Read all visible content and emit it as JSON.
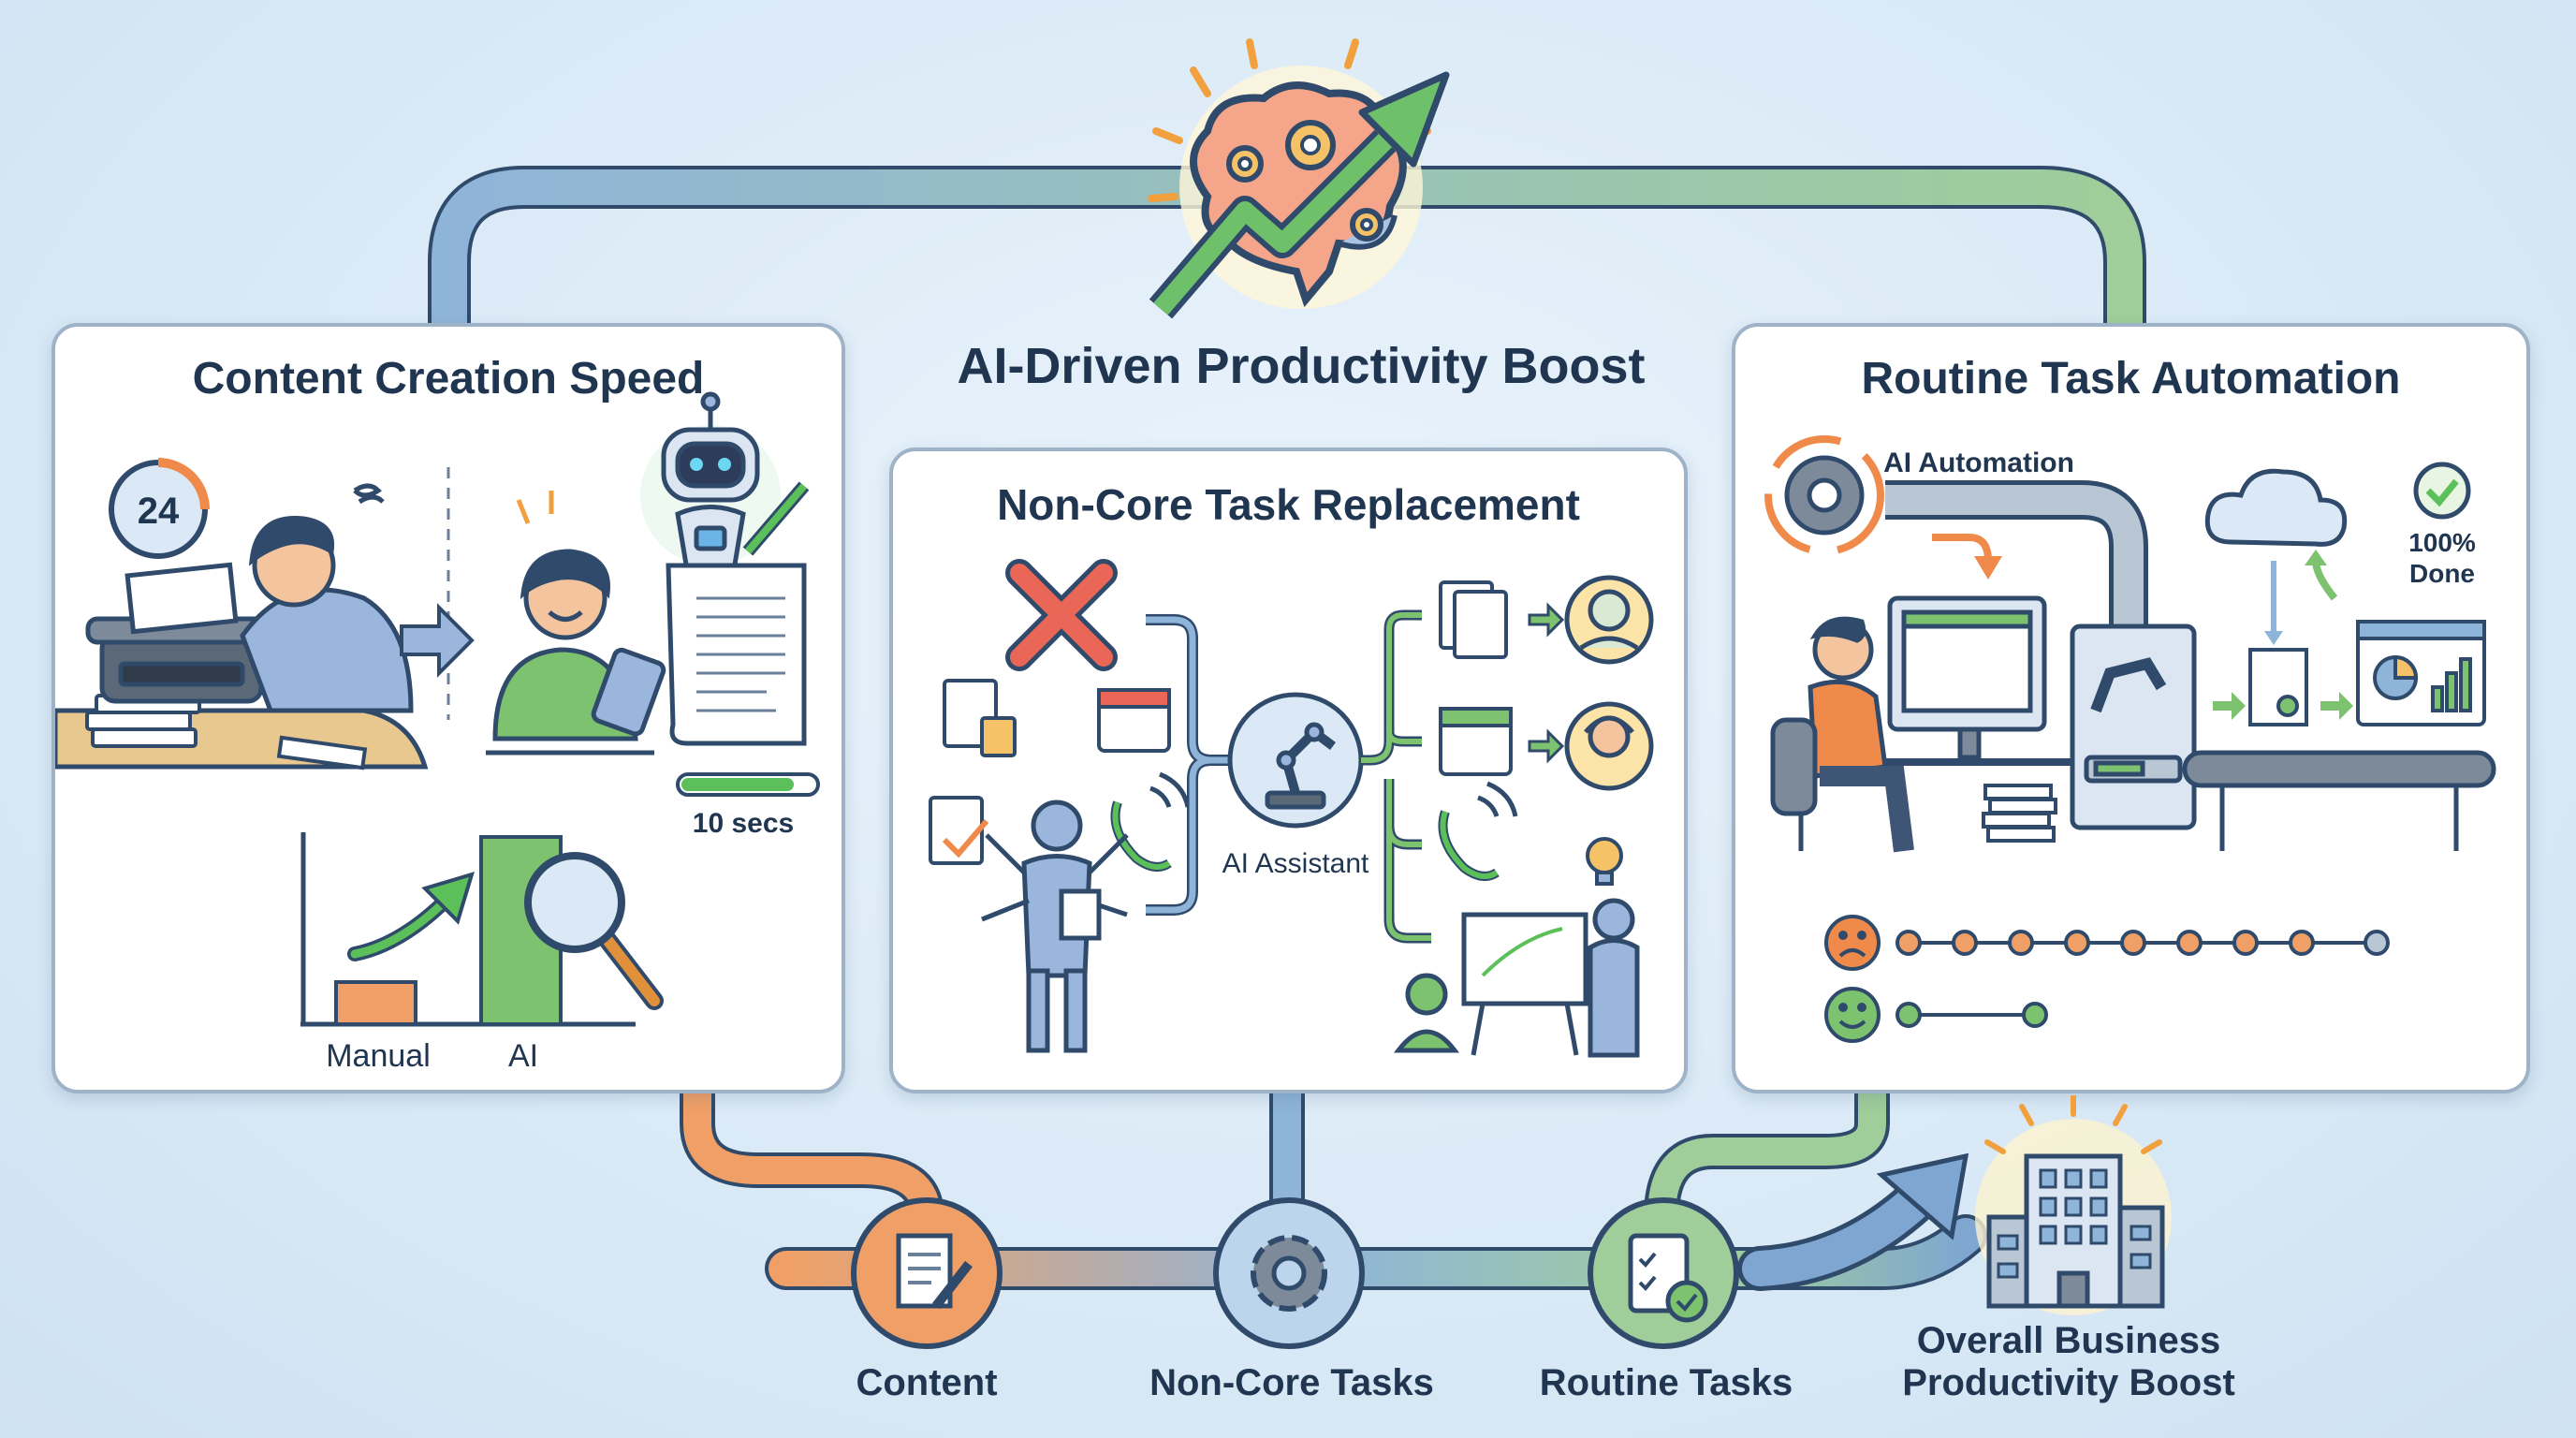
{
  "header": {
    "title": "AI-Driven Productivity Boost"
  },
  "panels": {
    "content_creation": {
      "title": "Content Creation Speed",
      "clock_label": "24",
      "time_label": "10 secs",
      "chart_labels": {
        "manual": "Manual",
        "ai": "AI"
      }
    },
    "non_core": {
      "title": "Non-Core Task Replacement",
      "assistant_label": "AI Assistant"
    },
    "routine": {
      "title": "Routine Task Automation",
      "automation_label": "AI Automation",
      "done_label_1": "100%",
      "done_label_2": "Done"
    }
  },
  "flow": {
    "steps": [
      {
        "label": "Content",
        "color": "#f0a066"
      },
      {
        "label": "Non-Core Tasks",
        "color": "#8fb4d9"
      },
      {
        "label": "Routine Tasks",
        "color": "#9fce9a"
      }
    ],
    "result_line_1": "Overall Business",
    "result_line_2": "Productivity Boost"
  },
  "colors": {
    "orange": "#f0a066",
    "blue": "#8fb4d9",
    "green": "#9fce9a",
    "navy": "#1f3550"
  }
}
